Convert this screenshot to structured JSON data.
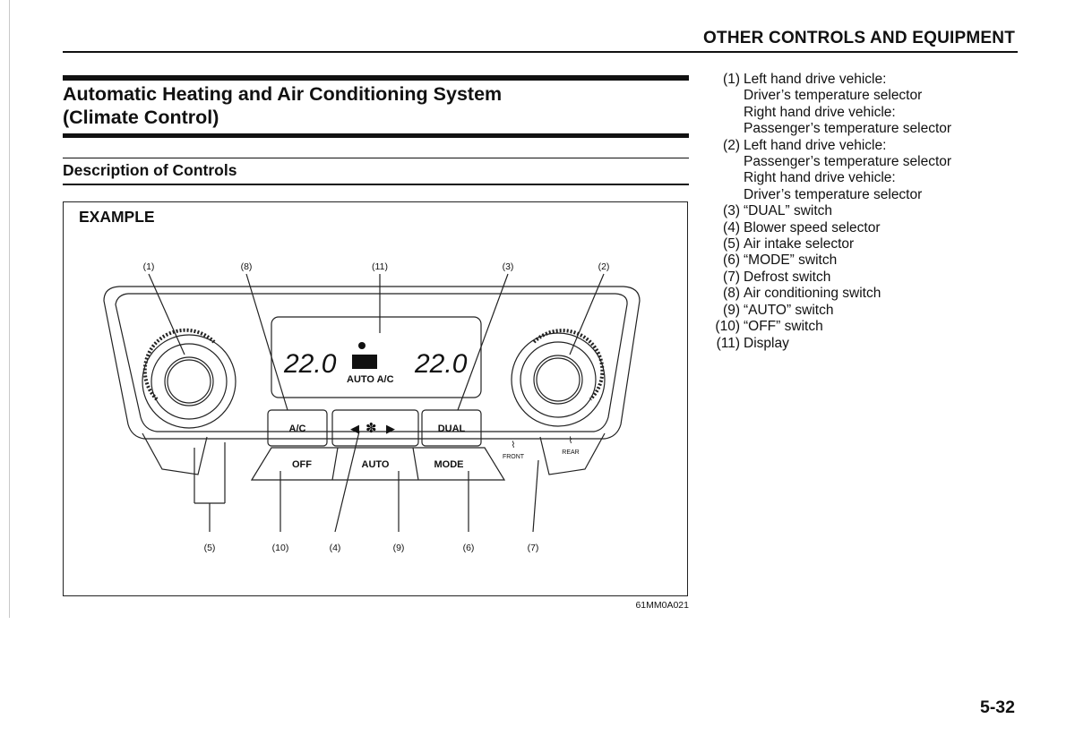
{
  "header": {
    "title": "OTHER CONTROLS AND EQUIPMENT"
  },
  "section": {
    "title_line1": "Automatic Heating and Air Conditioning System",
    "title_line2": "(Climate Control)"
  },
  "subsection": {
    "title": "Description of Controls"
  },
  "figure": {
    "label": "EXAMPLE",
    "code": "61MM0A021",
    "callouts": [
      "(1)",
      "(2)",
      "(3)",
      "(4)",
      "(5)",
      "(6)",
      "(7)",
      "(8)",
      "(9)",
      "(10)",
      "(11)"
    ],
    "display": {
      "left_temp": "22.0",
      "right_temp": "22.0",
      "status": "AUTO A/C"
    },
    "buttons": {
      "ac": "A/C",
      "dual": "DUAL",
      "off": "OFF",
      "auto": "AUTO",
      "mode": "MODE",
      "front": "FRONT",
      "rear": "REAR"
    }
  },
  "legend": [
    {
      "num": "(1)",
      "lines": [
        "Left hand drive vehicle:",
        "Driver’s temperature selector",
        "Right hand drive vehicle:",
        "Passenger’s temperature selector"
      ]
    },
    {
      "num": "(2)",
      "lines": [
        "Left hand drive vehicle:",
        "Passenger’s temperature selector",
        "Right hand drive vehicle:",
        "Driver’s temperature selector"
      ]
    },
    {
      "num": "(3)",
      "lines": [
        "“DUAL” switch"
      ]
    },
    {
      "num": "(4)",
      "lines": [
        "Blower speed selector"
      ]
    },
    {
      "num": "(5)",
      "lines": [
        "Air intake selector"
      ]
    },
    {
      "num": "(6)",
      "lines": [
        "“MODE” switch"
      ]
    },
    {
      "num": "(7)",
      "lines": [
        "Defrost switch"
      ]
    },
    {
      "num": "(8)",
      "lines": [
        "Air conditioning switch"
      ]
    },
    {
      "num": "(9)",
      "lines": [
        "“AUTO” switch"
      ]
    },
    {
      "num": "(10)",
      "lines": [
        "“OFF” switch"
      ]
    },
    {
      "num": "(11)",
      "lines": [
        "Display"
      ]
    }
  ],
  "page_number": "5-32"
}
